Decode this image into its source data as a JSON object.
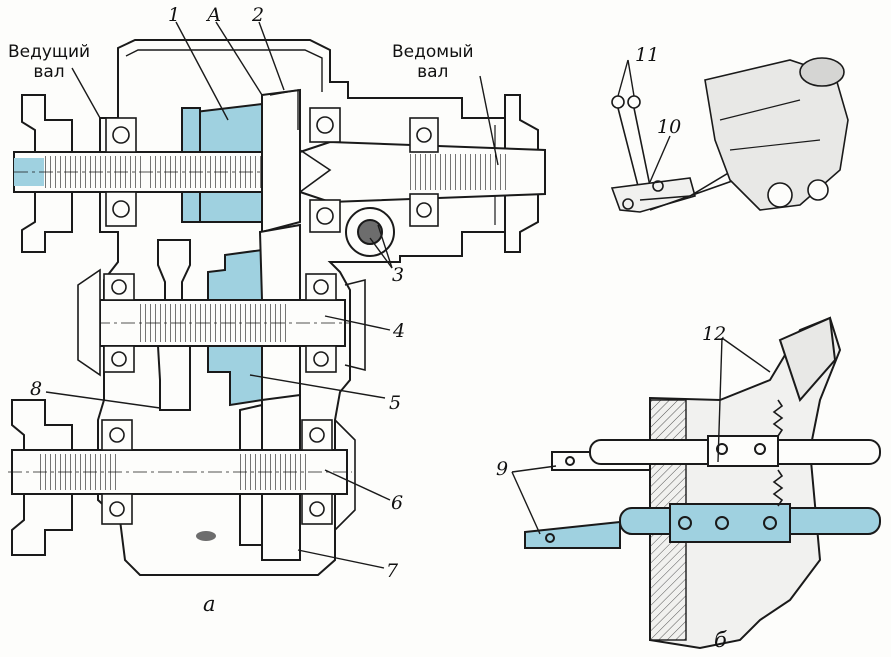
{
  "figure": {
    "colors": {
      "ink": "#1a1a1a",
      "accent": "#9fd1e0",
      "shade": "#6d6d6d",
      "paper": "#fdfdfb"
    },
    "captions": {
      "input_shaft": "Ведущий\nвал",
      "output_shaft": "Ведомый\nвал"
    },
    "labels": {
      "n1": "1",
      "nA": "А",
      "n2": "2",
      "n3": "3",
      "n4": "4",
      "n5": "5",
      "n6": "6",
      "n7": "7",
      "n8": "8",
      "n9": "9",
      "n10": "10",
      "n11": "11",
      "n12": "12"
    },
    "subfigures": {
      "a": "а",
      "b": "б"
    }
  }
}
